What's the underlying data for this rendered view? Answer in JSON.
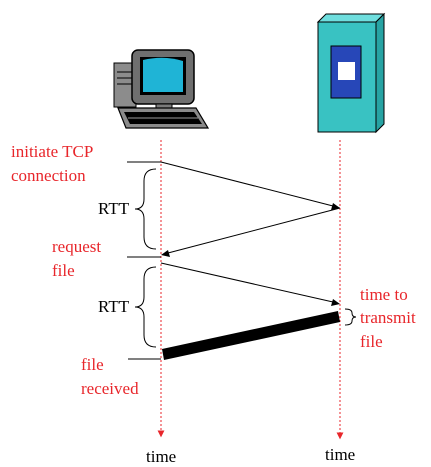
{
  "colors": {
    "annotation": "#e8262b",
    "timeline": "#e8262b",
    "server_body": "#39c2c2",
    "server_panel": "#2747b8",
    "message_line": "#000000"
  },
  "icons": {
    "client": "desktop-computer-icon",
    "server": "server-tower-icon"
  },
  "labels": {
    "initiate_line1": "initiate TCP",
    "initiate_line2": "connection",
    "rtt1": "RTT",
    "request_line1": "request",
    "request_line2": "file",
    "rtt2": "RTT",
    "transmit_line1": "time to",
    "transmit_line2": "transmit",
    "transmit_line3": "file",
    "received_line1": "file",
    "received_line2": "received",
    "time_client": "time",
    "time_server": "time"
  }
}
